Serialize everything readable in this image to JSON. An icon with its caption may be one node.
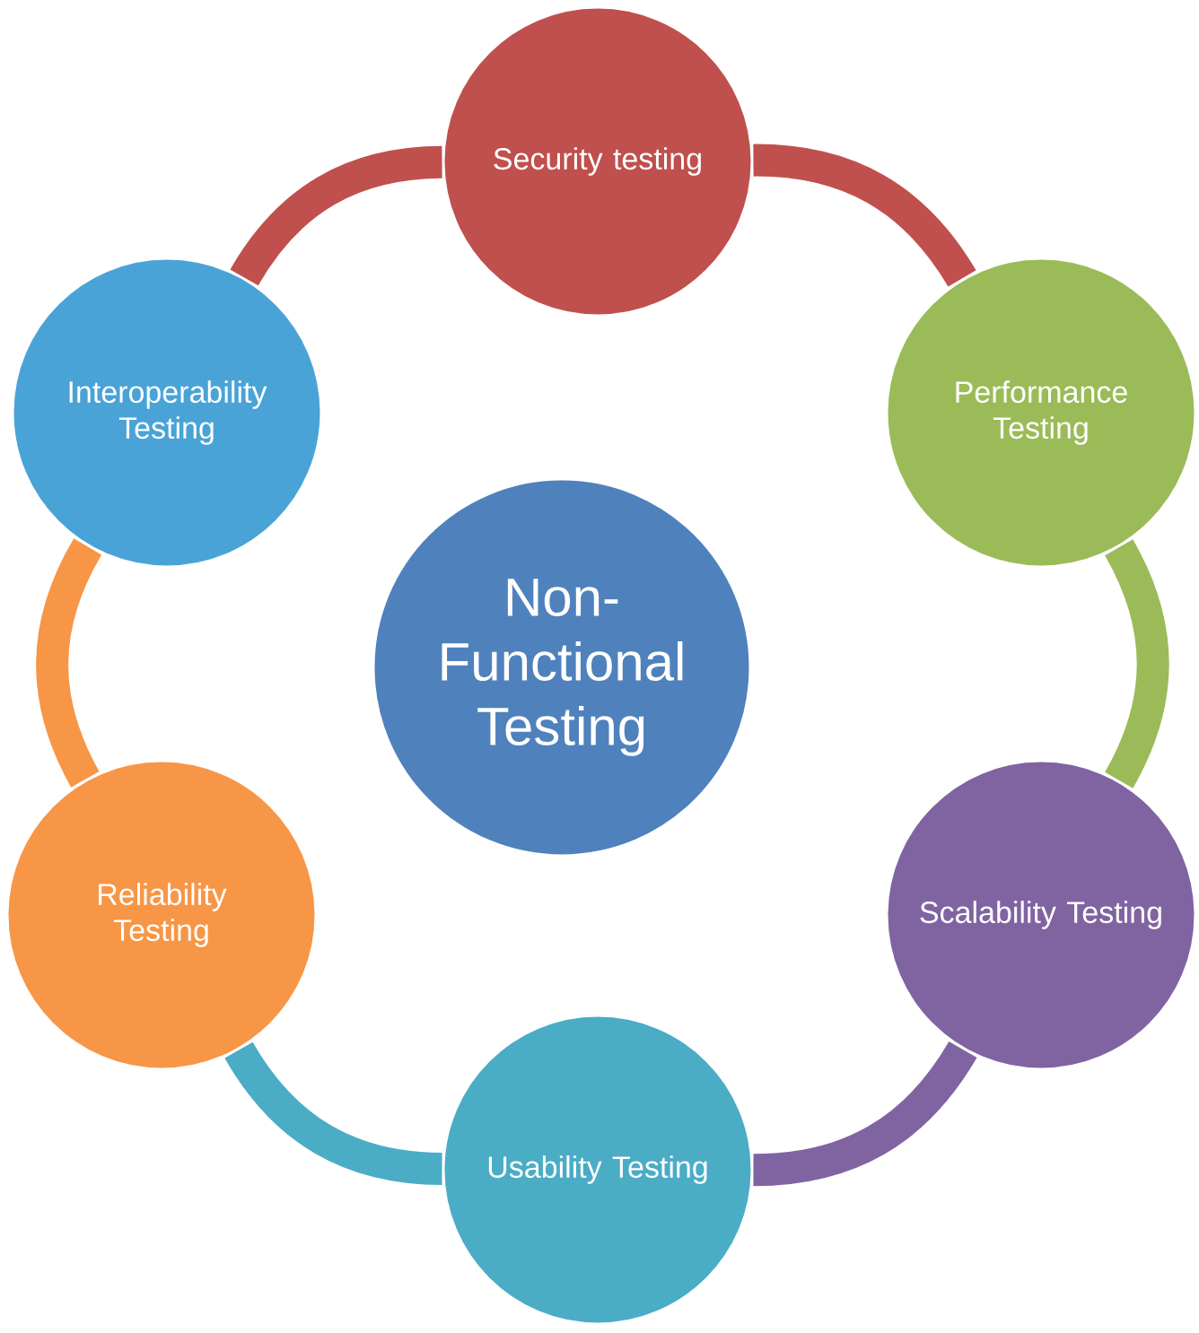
{
  "diagram": {
    "nodes": [
      {
        "text": [
          "Non-Functional Testing"
        ]
      },
      {
        "text": [
          "Security testing"
        ]
      },
      {
        "text": [
          "Performance Testing"
        ]
      },
      {
        "text": [
          "Scalability Testing"
        ]
      },
      {
        "text": [
          "Usability Testing"
        ]
      },
      {
        "text": [
          "Reliability Testing"
        ]
      },
      {
        "text": [
          "Interoperability Testing"
        ]
      }
    ],
    "edges": [
      {
        "from": 1,
        "to": 2,
        "arrow": "none",
        "color": "#c0504d"
      },
      {
        "from": 2,
        "to": 3,
        "arrow": "none",
        "color": "#9bbb59"
      },
      {
        "from": 3,
        "to": 4,
        "arrow": "none",
        "color": "#8064a2"
      },
      {
        "from": 4,
        "to": 5,
        "arrow": "none",
        "color": "#4bacc6"
      },
      {
        "from": 5,
        "to": 6,
        "arrow": "none",
        "color": "#f79646"
      },
      {
        "from": 6,
        "to": 1,
        "arrow": "none",
        "color": "#c0504d"
      }
    ]
  }
}
